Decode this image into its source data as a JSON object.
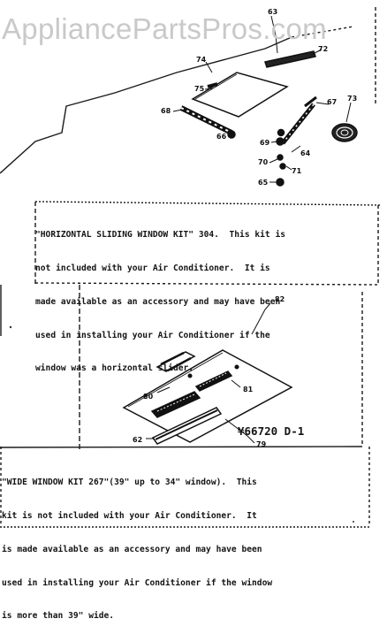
{
  "watermark": "AppliancePartsPros.com",
  "callouts": {
    "p63": "63",
    "p72": "72",
    "p74": "74",
    "p75": "75",
    "p67": "67",
    "p73": "73",
    "p68": "68",
    "p66": "66",
    "p69": "69",
    "p64": "64",
    "p70": "70",
    "p71": "71",
    "p65": "65",
    "p82": "82",
    "p80": "80",
    "p81": "81",
    "p62": "62",
    "p79": "79"
  },
  "drawing_code": "¥66720 D-1",
  "note_horizontal": [
    "\"HORIZONTAL SLIDING WINDOW KIT\" 304.  This kit is",
    "not included with your Air Conditioner.  It is",
    "made available as an accessory and may have been",
    "used in installing your Air Conditioner if the",
    "window was a horizontal slider."
  ],
  "note_wide": [
    "\"WIDE WINDOW KIT 267\"(39\" up to 34\" window).  This",
    "kit is not included with your Air Conditioner.  It",
    "is made available as an accessory and may have been",
    "used in installing your Air Conditioner if the window",
    "is more than 39\" wide."
  ]
}
